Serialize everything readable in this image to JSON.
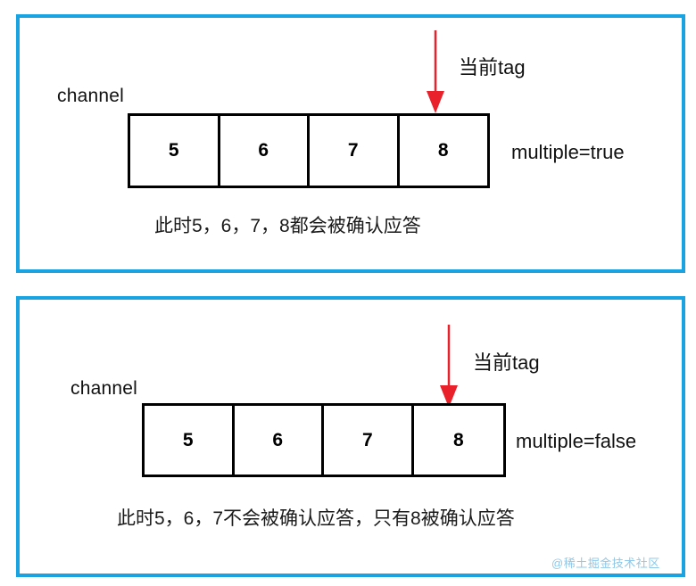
{
  "figure": {
    "title": "RabbitMQ multiple ack illustration",
    "accent_color": "#19A3E0",
    "arrow_color": "#E8212A",
    "box_border_color": "#000000",
    "text_color": "#111111"
  },
  "panels": [
    {
      "id": "multiple-true",
      "channel_label": "channel",
      "tag_label": "当前tag",
      "mode_label": "multiple=true",
      "caption": "此时5，6，7，8都会被确认应答",
      "cells": [
        "5",
        "6",
        "7",
        "8"
      ],
      "arrow_target_cell_index": 3
    },
    {
      "id": "multiple-false",
      "channel_label": "channel",
      "tag_label": "当前tag",
      "mode_label": "multiple=false",
      "caption": "此时5，6，7不会被确认应答，只有8被确认应答",
      "cells": [
        "5",
        "6",
        "7",
        "8"
      ],
      "arrow_target_cell_index": 3
    }
  ],
  "watermark": {
    "text": "@稀土掘金技术社区"
  }
}
